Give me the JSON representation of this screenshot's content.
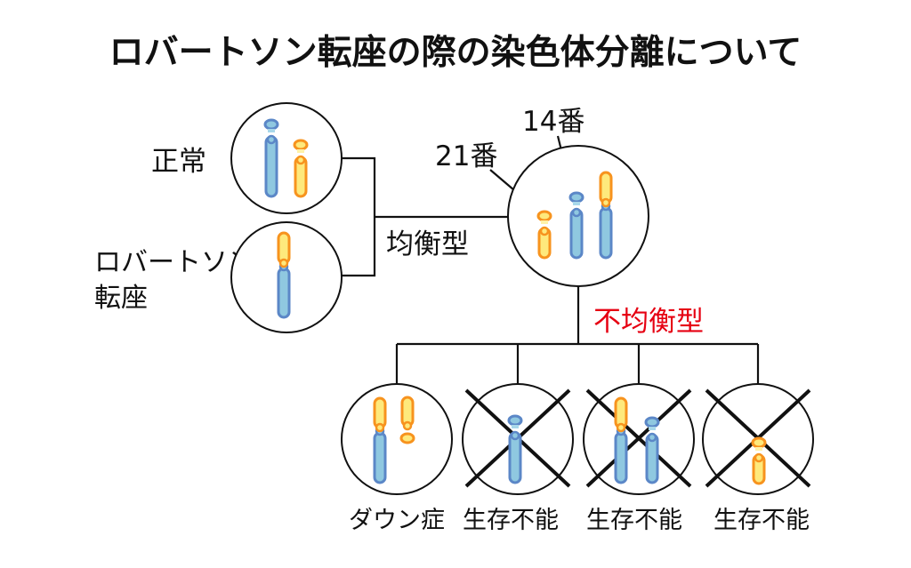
{
  "title": "ロバートソン転座の際の染色体分離について",
  "labels": {
    "normal": "正常",
    "robertsonian_line1": "ロバートソン",
    "robertsonian_line2": "転座",
    "balanced": "均衡型",
    "chr21": "21番",
    "chr14": "14番",
    "unbalanced": "不均衡型"
  },
  "outcomes": [
    {
      "label": "ダウン症",
      "crossed": false
    },
    {
      "label": "生存不能",
      "crossed": true
    },
    {
      "label": "生存不能",
      "crossed": true
    },
    {
      "label": "生存不能",
      "crossed": true
    }
  ],
  "colors": {
    "chr14_fill": "#8fc8e0",
    "chr14_stroke": "#5b87c7",
    "chr21_fill": "#fee97c",
    "chr21_stroke": "#f7931e",
    "unbalanced_text": "#e60012"
  }
}
